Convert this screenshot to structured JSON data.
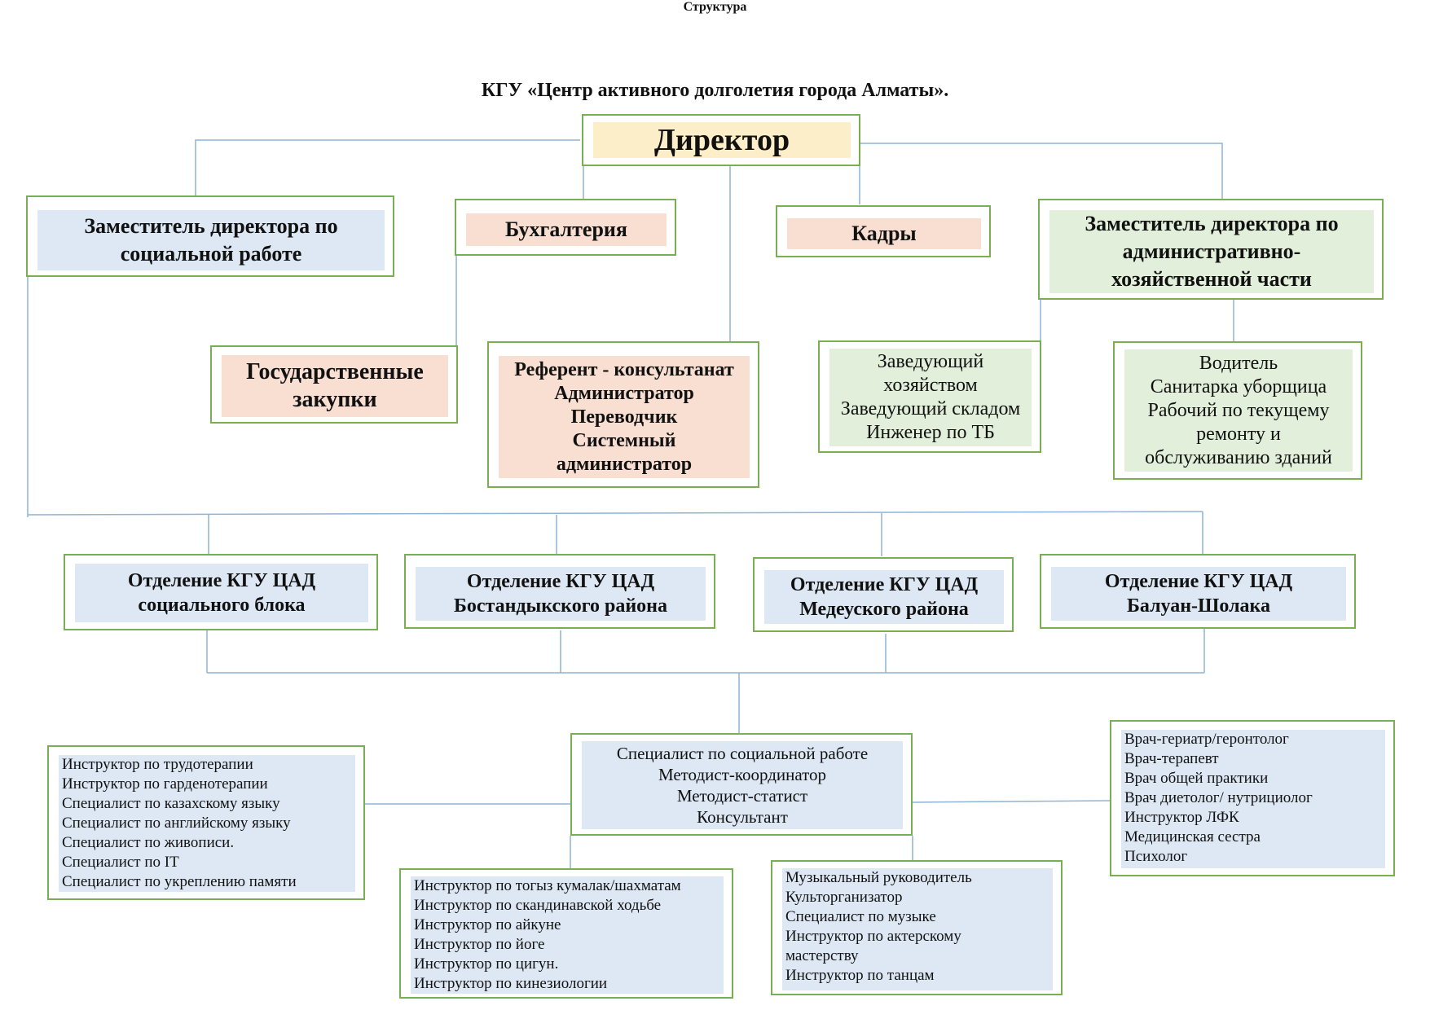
{
  "title": "Структура",
  "subtitle": "КГУ «Центр активного долголетия города Алматы».",
  "director": "Директор",
  "deputy_social": [
    "Заместитель директора по",
    "социальной работе"
  ],
  "accounting": "Бухгалтерия",
  "hr": "Кадры",
  "deputy_admin": [
    "Заместитель директора по",
    "административно-",
    "хозяйственной части"
  ],
  "procurement": [
    "Государственные",
    "закупки"
  ],
  "referent": [
    "Референт - консультанат",
    "Администратор",
    "Переводчик",
    "Системный",
    "администратор"
  ],
  "household": [
    "Заведующий",
    "хозяйством",
    "Заведующий складом",
    "Инженер по ТБ"
  ],
  "driver": [
    "Водитель",
    "Санитарка уборщица",
    "Рабочий по текущему",
    "ремонту и",
    "обслуживанию зданий"
  ],
  "branches": [
    [
      "Отделение КГУ ЦАД",
      "социального блока"
    ],
    [
      "Отделение КГУ ЦАД",
      "Бостандыкского района"
    ],
    [
      "Отделение КГУ ЦАД",
      "Медеуского района"
    ],
    [
      "Отделение КГУ ЦАД",
      "Балуан-Шолака"
    ]
  ],
  "specialist_center": [
    "Специалист по  социальной работе",
    "Методист-координатор",
    "Методист-статист",
    "Консультант"
  ],
  "left_list": [
    "Инструктор по трудотерапии",
    "Инструктор по гарденотерапии",
    "Специалист по казахскому языку",
    "Специалист по английскому языку",
    "Специалист по живописи.",
    "Специалист по IT",
    "Специалист по укреплению памяти"
  ],
  "medical_list": [
    "Врач-гериатр/геронтолог",
    "Врач-терапевт",
    "Врач общей практики",
    "Врач диетолог/ нутрициолог",
    "Инструктор ЛФК",
    "Медицинская сестра",
    "Психолог"
  ],
  "sport_list": [
    "Инструктор по тогыз кумалак/шахматам",
    "Инструктор по скандинавской ходьбе",
    "Инструктор по айкуне",
    "Инструктор по йоге",
    "Инструктор  по цигун.",
    "Инструктор по кинезиологии"
  ],
  "culture_list": [
    "Музыкальный руководитель",
    "Культорганизатор",
    "Специалист по музыке",
    "Инструктор   по актерскому",
    "мастерству",
    "Инструктор по танцам"
  ],
  "colors": {
    "border": "#7aae53",
    "line": "#8fb4d6",
    "blue": "#dde8f4",
    "peach": "#f8dfd2",
    "green": "#e2efda",
    "yellow": "#fbeec9"
  }
}
